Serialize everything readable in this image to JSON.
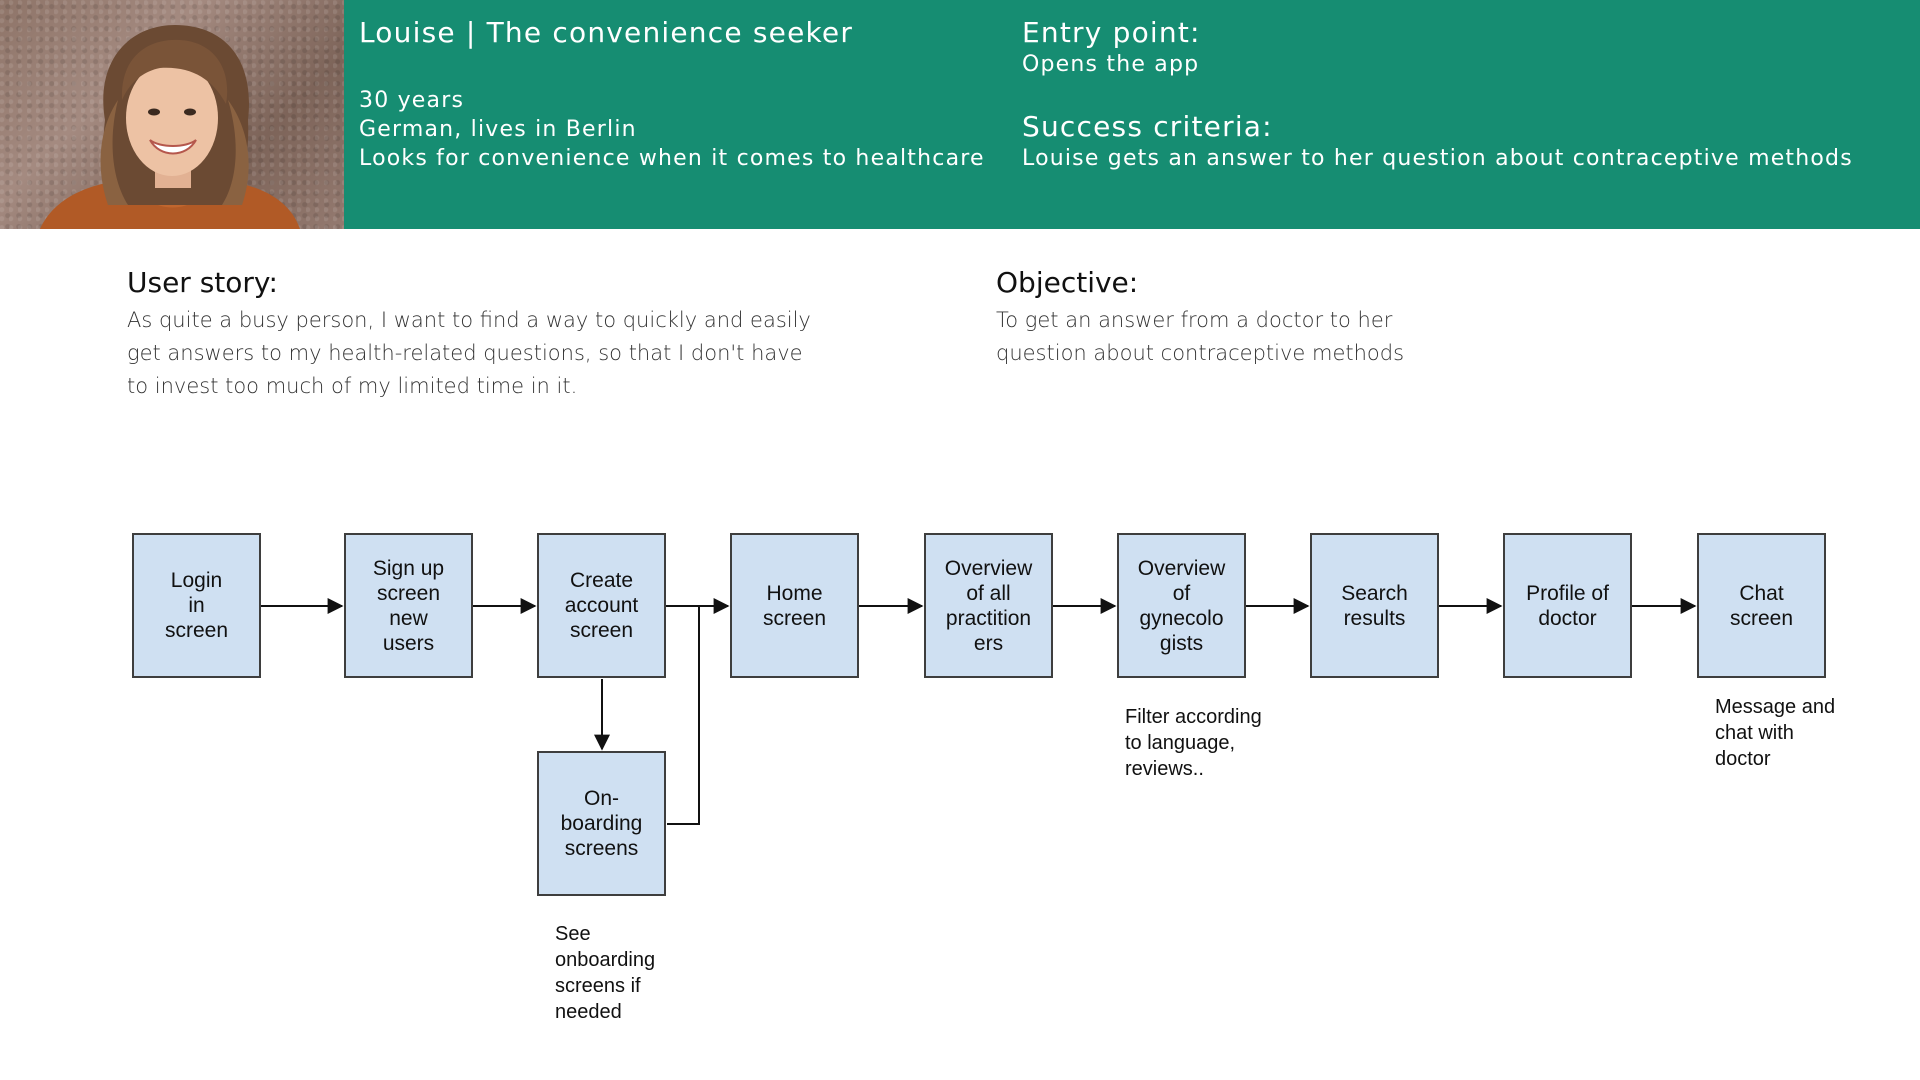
{
  "persona": {
    "name_line": "Louise | The convenience seeker",
    "age": "30 years",
    "origin": "German, lives in Berlin",
    "trait": "Looks for convenience when it comes to healthcare",
    "entry_point_title": "Entry point:",
    "entry_point_value": "Opens the app",
    "success_title": "Success criteria:",
    "success_value": "Louise gets an answer to her question about contraceptive methods"
  },
  "story": {
    "title": "User story:",
    "text": "As quite a busy person, I want to find a way to quickly and easily get answers to my health-related questions, so that I don't have to invest too much of my limited time in it."
  },
  "objective": {
    "title": "Objective:",
    "text": "To get an answer from a doctor to her question about contraceptive methods"
  },
  "flow": {
    "nodes": {
      "login": "Login\nin\nscreen",
      "signup": "Sign up\nscreen\nnew\nusers",
      "create": "Create\naccount\nscreen",
      "home": "Home\nscreen",
      "practitioners": "Overview\nof all\npractition\ners",
      "gynecologists": "Overview\nof\ngynecolo\ngists",
      "search": "Search\nresults",
      "profile": "Profile of\ndoctor",
      "chat": "Chat\nscreen",
      "onboarding": "On-\nboarding\nscreens"
    },
    "notes": {
      "filter": "Filter according\nto language,\nreviews..",
      "message": "Message and\nchat with\ndoctor",
      "onboarding": "See\nonboarding\nscreens if\nneeded"
    }
  },
  "colors": {
    "banner": "#168d72",
    "node_fill": "#cfe0f2",
    "node_border": "#3e3e3e"
  }
}
